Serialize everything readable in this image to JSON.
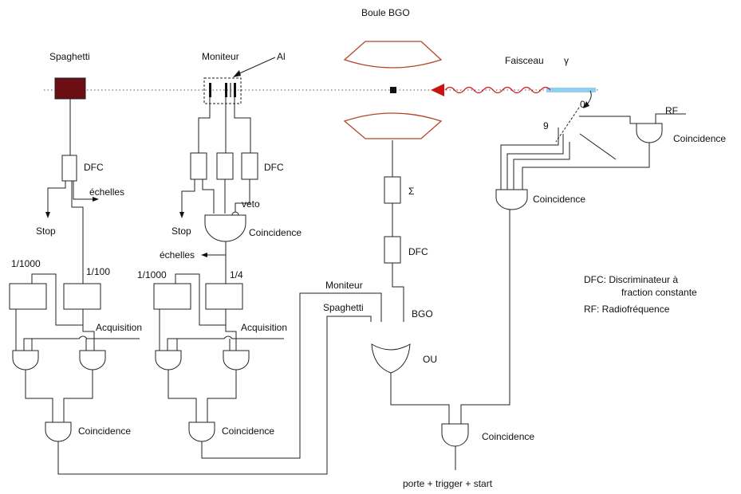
{
  "labels": {
    "boule_bgo": "Boule BGO",
    "spaghetti": "Spaghetti",
    "moniteur": "Moniteur",
    "al": "Al",
    "faisceau": "Faisceau",
    "gamma": "γ",
    "dfc": "DFC",
    "echelles": "échelles",
    "stop": "Stop",
    "veto": "veto",
    "coincidence": "Coincidence",
    "ratio_1000": "1/1000",
    "ratio_100": "1/100",
    "ratio_4": "1/4",
    "acquisition": "Acquisition",
    "sigma": "Σ",
    "bgo": "BGO",
    "ou": "OU",
    "rf": "RF",
    "pos_0": "0",
    "pos_9": "9",
    "trigger": "porte + trigger + start"
  },
  "legend": {
    "dfc_line1": "DFC: Discriminateur à",
    "dfc_line2": "fraction constante",
    "rf_line": "RF: Radiofréquence"
  },
  "colors": {
    "spaghetti_block": "#6b0f14",
    "bgo_crystal_stroke": "#b5452a",
    "beam_wave": "#d4141e",
    "beam_arrow": "#cc1111",
    "beam_highlight": "#8fd0ee"
  }
}
